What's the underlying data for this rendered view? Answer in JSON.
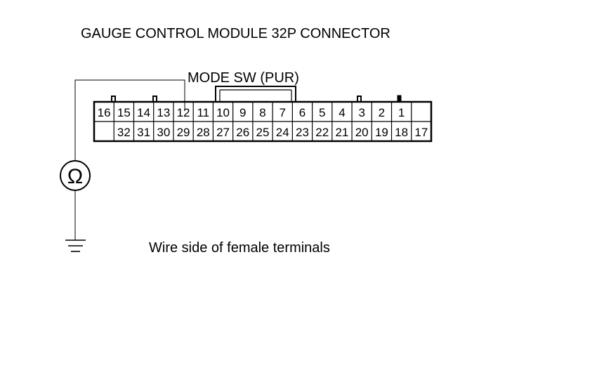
{
  "title": "GAUGE CONTROL MODULE 32P CONNECTOR",
  "wire_label": "MODE SW (PUR)",
  "caption": "Wire side of female terminals",
  "meter_symbol": "Ω",
  "ground_icon": "ground-symbol",
  "connector": {
    "top_row": [
      "16",
      "15",
      "14",
      "13",
      "12",
      "11",
      "10",
      "9",
      "8",
      "7",
      "6",
      "5",
      "4",
      "3",
      "2",
      "1",
      ""
    ],
    "bottom_row": [
      "",
      "32",
      "31",
      "30",
      "29",
      "28",
      "27",
      "26",
      "25",
      "24",
      "23",
      "22",
      "21",
      "20",
      "19",
      "18",
      "17"
    ]
  },
  "colors": {
    "line": "#000000",
    "background": "#ffffff"
  }
}
